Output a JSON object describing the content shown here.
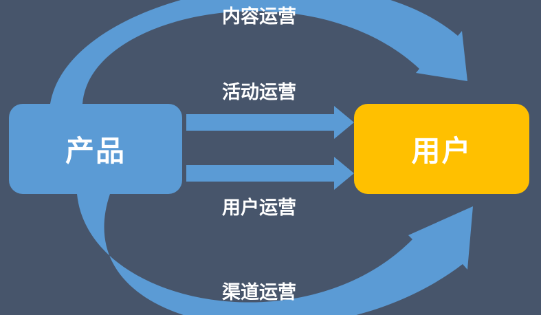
{
  "colors": {
    "background": "#47556b",
    "arrow": "#5b9bd5",
    "product_box": "#5b9bd5",
    "user_box": "#ffc000",
    "text": "#ffffff"
  },
  "nodes": {
    "product": {
      "label": "产品"
    },
    "user": {
      "label": "用户"
    }
  },
  "flows": {
    "content_ops": "内容运营",
    "activity_ops": "活动运营",
    "user_ops": "用户运营",
    "channel_ops": "渠道运营"
  }
}
